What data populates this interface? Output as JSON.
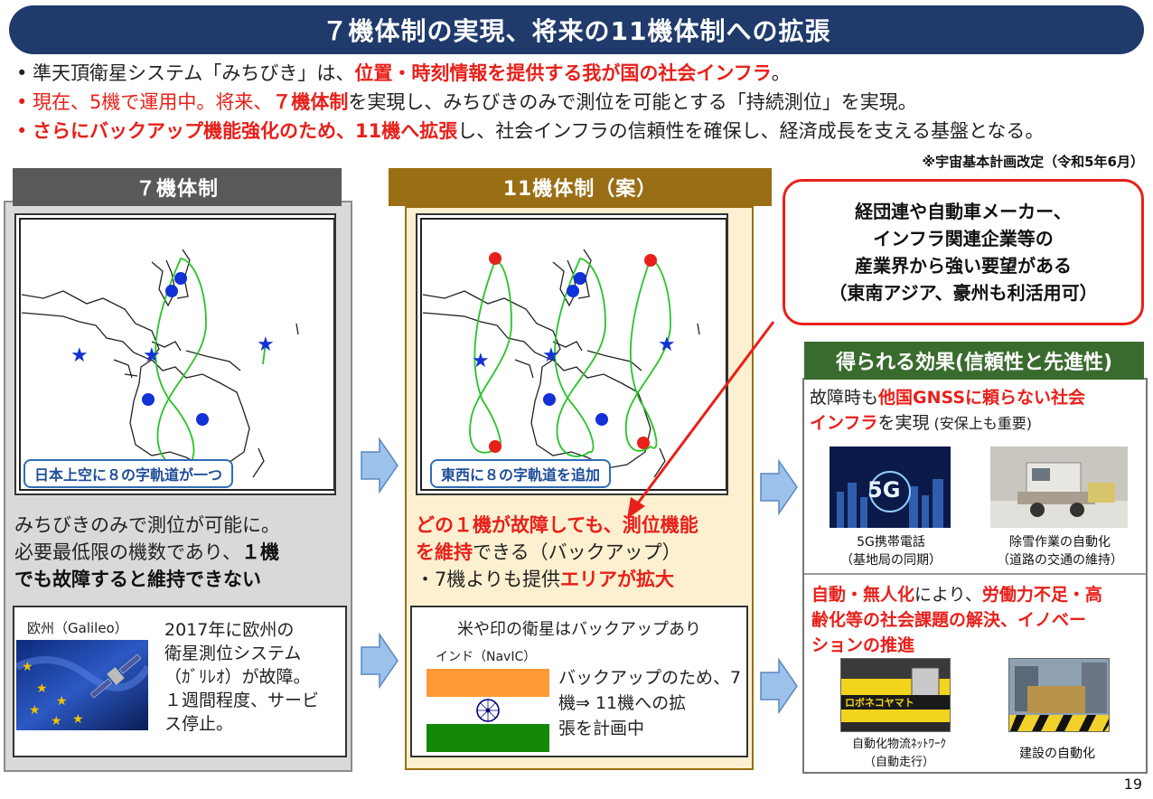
{
  "title": "７機体制の実現、将来の11機体制への拡張",
  "bullets": [
    {
      "dot": "•",
      "parts": [
        "準天頂衛星システム「みちびき」は、",
        "位置・時刻情報を提供する我が国の社会インフラ",
        "。"
      ]
    },
    {
      "dot": "•",
      "parts": [
        "現在、5機で運用中。将来、",
        "７機体制",
        "を実現し、みちびきのみで測位を可能とする「持続測位」を実現。"
      ]
    },
    {
      "dot": "•",
      "parts": [
        "さらにバックアップ機能強化のため、11機へ拡張",
        "し、社会インフラの信頼性を確保し、経済成長を支える基盤となる。"
      ]
    }
  ],
  "note": "※宇宙基本計画改定（令和5年6月）",
  "left": {
    "header": "７機体制",
    "map_label": "日本上空に８の字軌道が一つ",
    "text_line1": "みちびきのみで測位が可能に。",
    "text_line2": "必要最低限の機数であり、",
    "text_line2b": "１機",
    "text_line3": "でも故障すると維持できない",
    "sub_title": "欧州（Galileo）",
    "sub_text": [
      "2017年に欧州の",
      "衛星測位システム",
      "（ｶﾞﾘﾚｵ）が故障。",
      "１週間程度、サービ",
      "ス停止。"
    ]
  },
  "middle": {
    "header": "11機体制（案）",
    "map_label": "東西に８の字軌道を追加",
    "text_red1": "どの１機が故障しても、測位機能",
    "text_red2": "を維持",
    "text_after": "できる（バックアップ）",
    "text_line3a": "・7機よりも提供",
    "text_line3b": "エリアが拡大",
    "sub_title": "米や印の衛星はバックアップあり",
    "sub_label": "インド（NavIC）",
    "sub_text": [
      "バックアップのため、7",
      "機⇒ 11機への拡",
      "張を計画中"
    ]
  },
  "callout": [
    "経団連や自動車メーカー、",
    "インフラ関連企業等の",
    "産業界から強い要望がある",
    "（東南アジア、豪州も利活用可）"
  ],
  "effects": {
    "header": "得られる効果(信頼性と先進性)",
    "e1_a": "故障時も",
    "e1_b": "他国GNSSに頼らない社会",
    "e1_c": "インフラ",
    "e1_d": "を実現",
    "e1_e": " (安保上も重要)",
    "img1_caption": [
      "5G携帯電話",
      "（基地局の同期）"
    ],
    "img1_overlay": "5G",
    "img2_caption": [
      "除雪作業の自動化",
      "（道路の交通の維持）"
    ],
    "e2_a": "自動・無人化",
    "e2_b": "により、",
    "e2_c": "労働力不足・高",
    "e2_d": "齢化等の社会課題の解決、イノベー",
    "e2_e": "ションの推進",
    "img3_caption": [
      "自動化物流ﾈｯﾄﾜｰｸ",
      "（自動走行）"
    ],
    "img3_text": "ロボネコヤマト",
    "img4_caption": [
      "建設の自動化"
    ]
  },
  "page_number": "19"
}
